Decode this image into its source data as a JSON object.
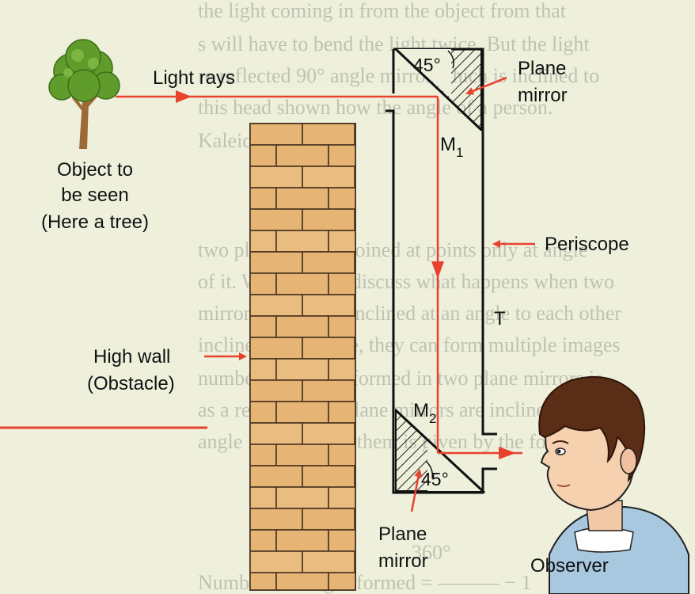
{
  "labels": {
    "light_rays": "Light rays",
    "object_line1": "Object to",
    "object_line2": "be seen",
    "object_line3": "(Here a tree)",
    "top_mirror_line1": "Plane",
    "top_mirror_line2": "mirror",
    "m1_letter": "M",
    "m1_sub": "1",
    "periscope": "Periscope",
    "tube_letter": "T",
    "wall_line1": "High wall",
    "wall_line2": "(Obstacle)",
    "m2_letter": "M",
    "m2_sub": "2",
    "bottom_mirror_line1": "Plane",
    "bottom_mirror_line2": "mirror",
    "observer": "Observer",
    "angle_top": "45°",
    "angle_bottom": "45°"
  },
  "background_text": [
    "the light coming in from the object from that",
    "s will have to bend the light twice. But the light",
    "re reflected 90° angle mirror which is inclined to",
    "this head shown how the angle of a person.",
    "Kaleidoscope",
    "two plane mirrors joined at points only at angle",
    "of it. We will now discuss what happens when two",
    "mirrors which are inclined at an angle to each other",
    "inclined at an angle, they can form multiple images",
    "number of images formed in two plane mirrors is",
    "as a result of two plane mirrors are inclined",
    "angle is formed by them is given by the formula:",
    "360°",
    "Number of images formed = ——— − 1"
  ],
  "colors": {
    "ray": "#e8412e",
    "brick": "#e8b87a",
    "mortar": "#4a3420",
    "tube": "#111111",
    "foliage": "#5f9c2c",
    "trunk": "#9c6a34"
  }
}
